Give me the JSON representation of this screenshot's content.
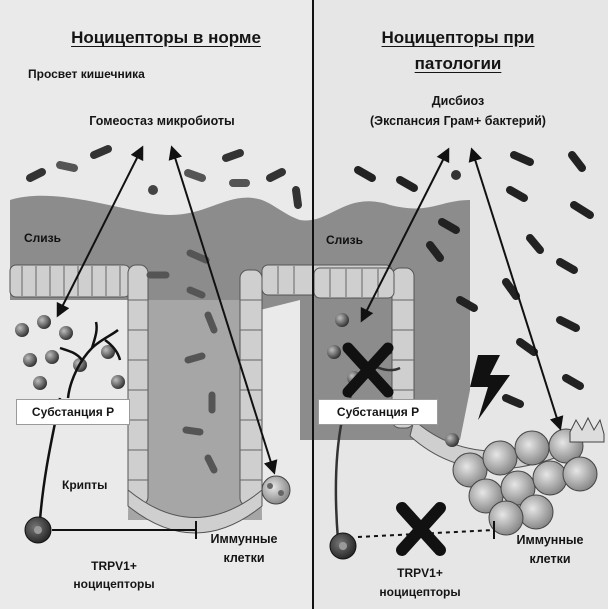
{
  "left_panel": {
    "title": "Ноцицепторы в норме",
    "lumen": "Просвет кишечника",
    "homeostasis": "Гомеостаз микробиоты",
    "mucus": "Слизь",
    "substance": "Субстанция Р",
    "crypts": "Крипты",
    "neurons_line1": "TRPV1+",
    "neurons_line2": "ноцицепторы",
    "immune_line1": "Иммунные",
    "immune_line2": "клетки"
  },
  "right_panel": {
    "title_line1": "Ноцицепторы при",
    "title_line2": "патологии",
    "dysbiosis_line1": "Дисбиоз",
    "dysbiosis_line2": "(Экспансия Грам+ бактерий)",
    "mucus": "Слизь",
    "substance": "Субстанция Р",
    "neurons_line1": "TRPV1+",
    "neurons_line2": "ноцицепторы",
    "immune_line1": "Иммунные",
    "immune_line2": "клетки"
  },
  "colors": {
    "bacteria_dark": "#222222",
    "bacteria_grey": "#5a5a5a",
    "mucus": "#8c8c8c",
    "cell_fill": "#cfcfcf",
    "background": "#e9e9e9"
  }
}
